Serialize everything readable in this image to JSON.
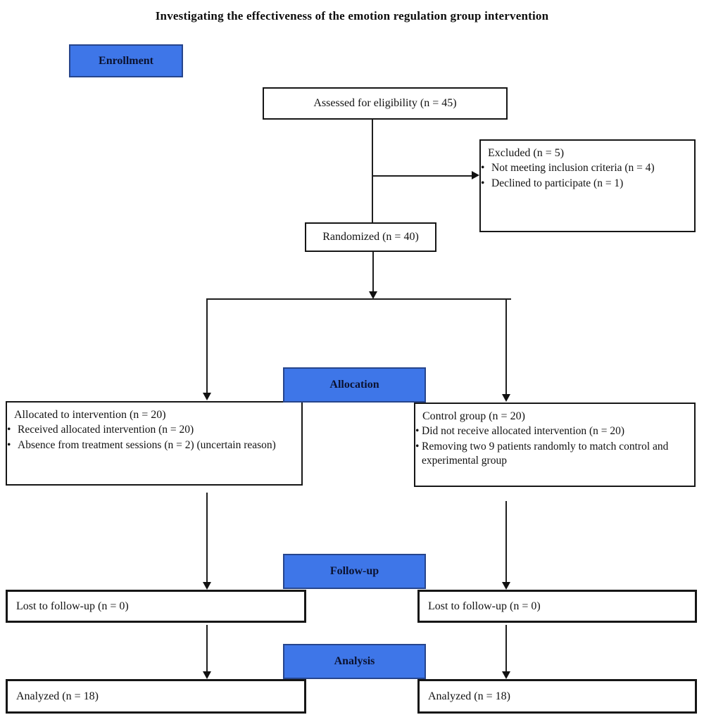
{
  "title": "Investigating the effectiveness of the emotion regulation group intervention",
  "colors": {
    "stage_fill": "#3e76e8",
    "stage_border": "#26458c",
    "stage_text": "#0b1230",
    "box_border": "#161616",
    "line": "#1f1f1f",
    "background": "#ffffff"
  },
  "stages": {
    "enrollment": "Enrollment",
    "allocation": "Allocation",
    "followup": "Follow-up",
    "analysis": "Analysis"
  },
  "boxes": {
    "assessed": {
      "label": "Assessed for eligibility (n = 45)"
    },
    "excluded": {
      "title": "Excluded (n = 5)",
      "bullets": [
        "Not meeting inclusion criteria (n = 4)",
        "Declined to participate (n = 1)"
      ]
    },
    "randomized": {
      "label": "Randomized (n = 40)"
    },
    "allocated_intervention": {
      "title": "Allocated to intervention (n = 20)",
      "bullets": [
        "Received allocated intervention (n = 20)",
        "Absence from treatment sessions (n = 2) (uncertain reason)"
      ]
    },
    "control_group": {
      "title": "Control group (n = 20)",
      "bullets": [
        "Did not receive allocated intervention (n = 20)",
        "Removing two 9 patients randomly to match control and experimental group"
      ]
    },
    "lost_followup_left": {
      "label": "Lost to follow-up (n = 0)"
    },
    "lost_followup_right": {
      "label": "Lost to follow-up (n = 0)"
    },
    "analyzed_left": {
      "label": "Analyzed (n = 18)"
    },
    "analyzed_right": {
      "label": "Analyzed (n = 18)"
    }
  }
}
